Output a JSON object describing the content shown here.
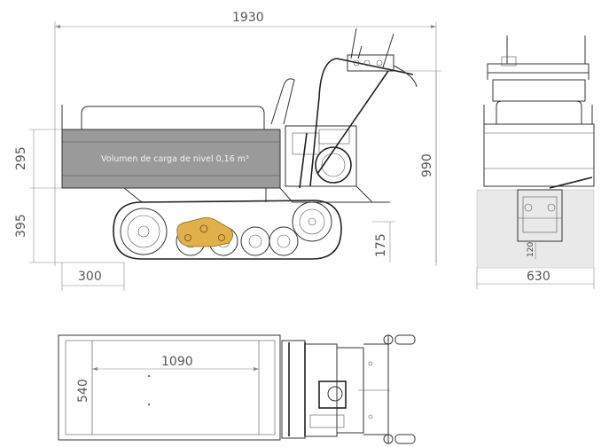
{
  "dimensions": {
    "overall_length": "1930",
    "box_height": "295",
    "chassis_height": "395",
    "overall_height": "990",
    "ground_clearance": "175",
    "rear_overhang": "300",
    "width_front": "630",
    "track_detail": "120",
    "box_length": "1090",
    "box_width": "540"
  },
  "labels": {
    "load_volume": "Volumen de carga de nivel 0,16 m³"
  },
  "colors": {
    "accent_gear": "#e0b04a",
    "box_fill": "#9a9a9a",
    "ground": "#e9e9e9"
  }
}
